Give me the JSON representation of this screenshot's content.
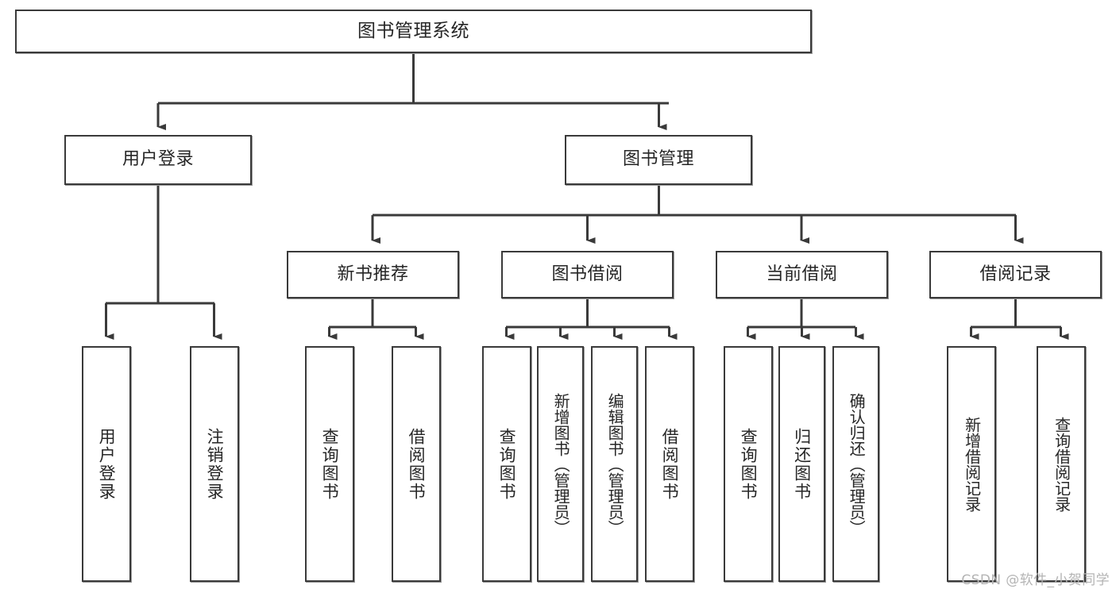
{
  "diagram": {
    "title": "图书管理系统",
    "type": "hierarchy-tree",
    "watermark": "CSDN @软件_小贺同学",
    "colors": {
      "box_border": "#3a3a3a",
      "box_fill": "#ffffff",
      "connector": "#3a3a3a",
      "text": "#262626",
      "watermark": "#b4b4b4",
      "background": "#ffffff"
    },
    "levels": {
      "root": {
        "label": "图书管理系统"
      },
      "level2": [
        {
          "label": "用户登录"
        },
        {
          "label": "图书管理"
        }
      ],
      "level3": [
        {
          "label": "新书推荐"
        },
        {
          "label": "图书借阅"
        },
        {
          "label": "当前借阅"
        },
        {
          "label": "借阅记录"
        }
      ],
      "level4": {
        "user_login": [
          {
            "label": "用户登录"
          },
          {
            "label": "注销登录"
          }
        ],
        "new_book_recommend": [
          {
            "label": "查询图书"
          },
          {
            "label": "借阅图书"
          }
        ],
        "book_borrow": [
          {
            "label": "查询图书"
          },
          {
            "label": "新增图书（管理员）"
          },
          {
            "label": "编辑图书（管理员）"
          },
          {
            "label": "借阅图书"
          }
        ],
        "current_borrow": [
          {
            "label": "查询图书"
          },
          {
            "label": "归还图书"
          },
          {
            "label": "确认归还（管理员）"
          }
        ],
        "borrow_record": [
          {
            "label": "新增借阅记录"
          },
          {
            "label": "查询借阅记录"
          }
        ]
      }
    }
  }
}
